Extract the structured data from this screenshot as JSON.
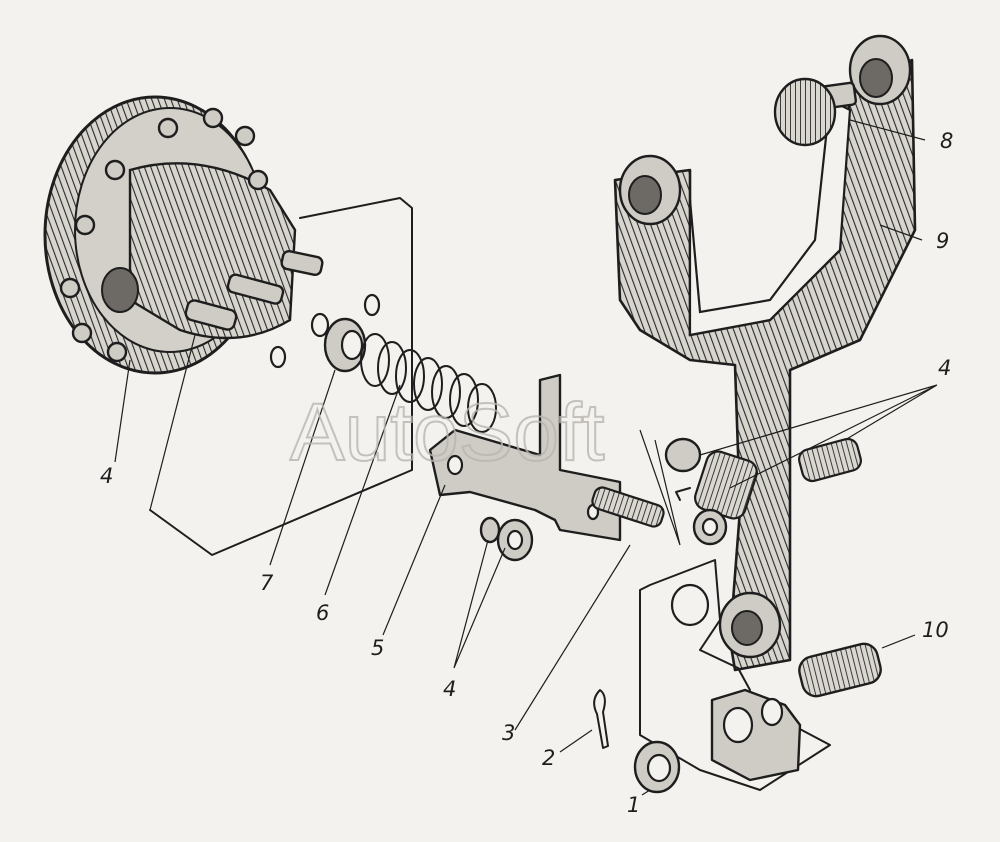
{
  "watermark": "AutoSoft",
  "labels": {
    "l1": "1",
    "l2": "2",
    "l3": "3",
    "l4_hub": "4",
    "l4_nuts": "4",
    "l4_pins": "4",
    "l5": "5",
    "l6": "6",
    "l7": "7",
    "l8": "8",
    "l9": "9",
    "l10": "10"
  }
}
